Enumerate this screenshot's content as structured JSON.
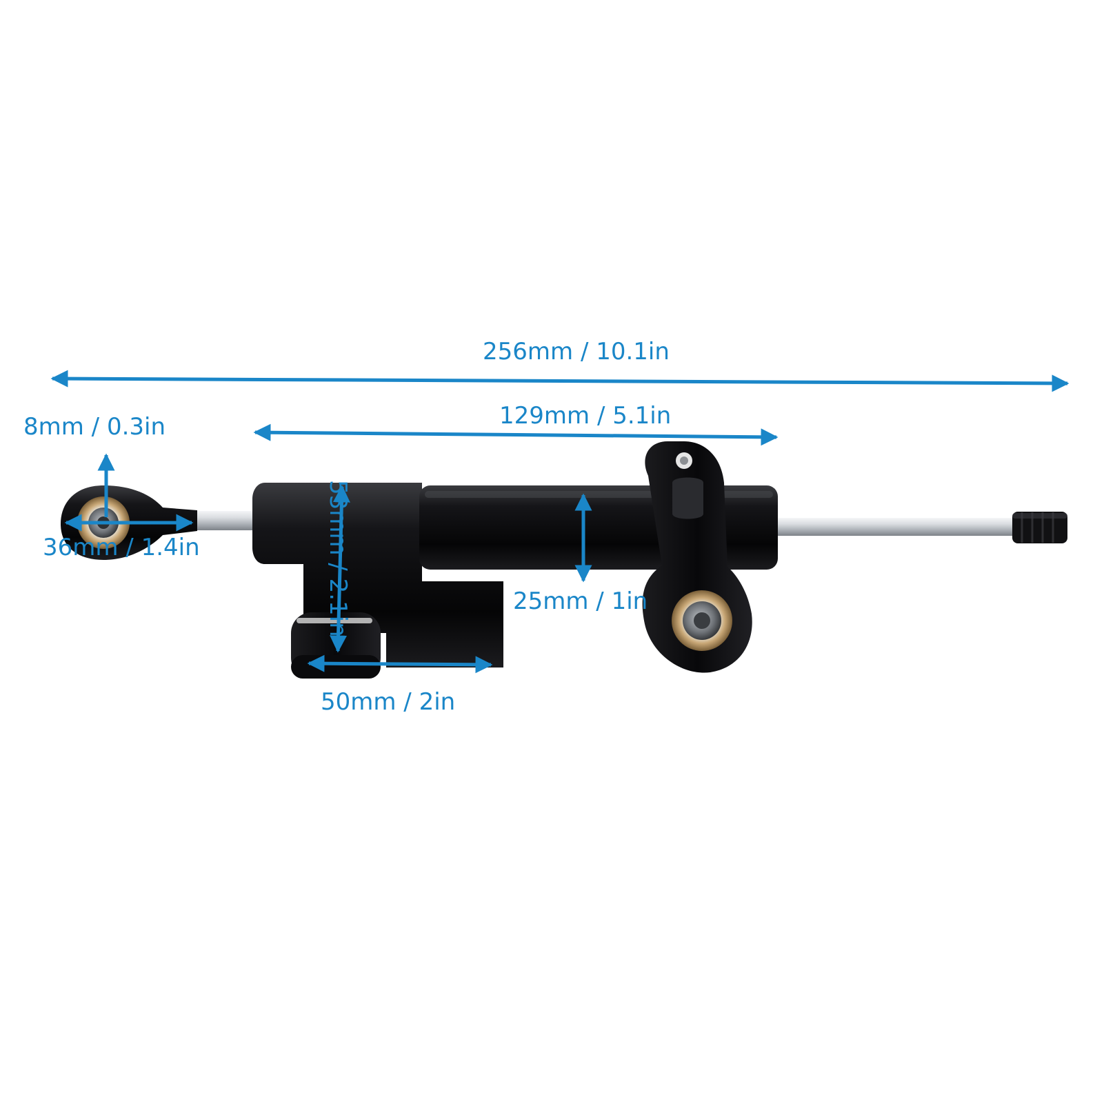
{
  "colors": {
    "accent": "#1a86c8",
    "damper_body": "#0d0d0f",
    "rod": "#c9cdd2",
    "background": "#ffffff"
  },
  "dimensions": {
    "overall_length": "256mm / 10.1in",
    "body_length": "129mm / 5.1in",
    "eye_thickness": "8mm / 0.3in",
    "eye_width": "36mm / 1.4in",
    "body_height": "53mm / 2.1in",
    "cylinder_diameter": "25mm / 1in",
    "reservoir_length": "50mm / 2in"
  }
}
